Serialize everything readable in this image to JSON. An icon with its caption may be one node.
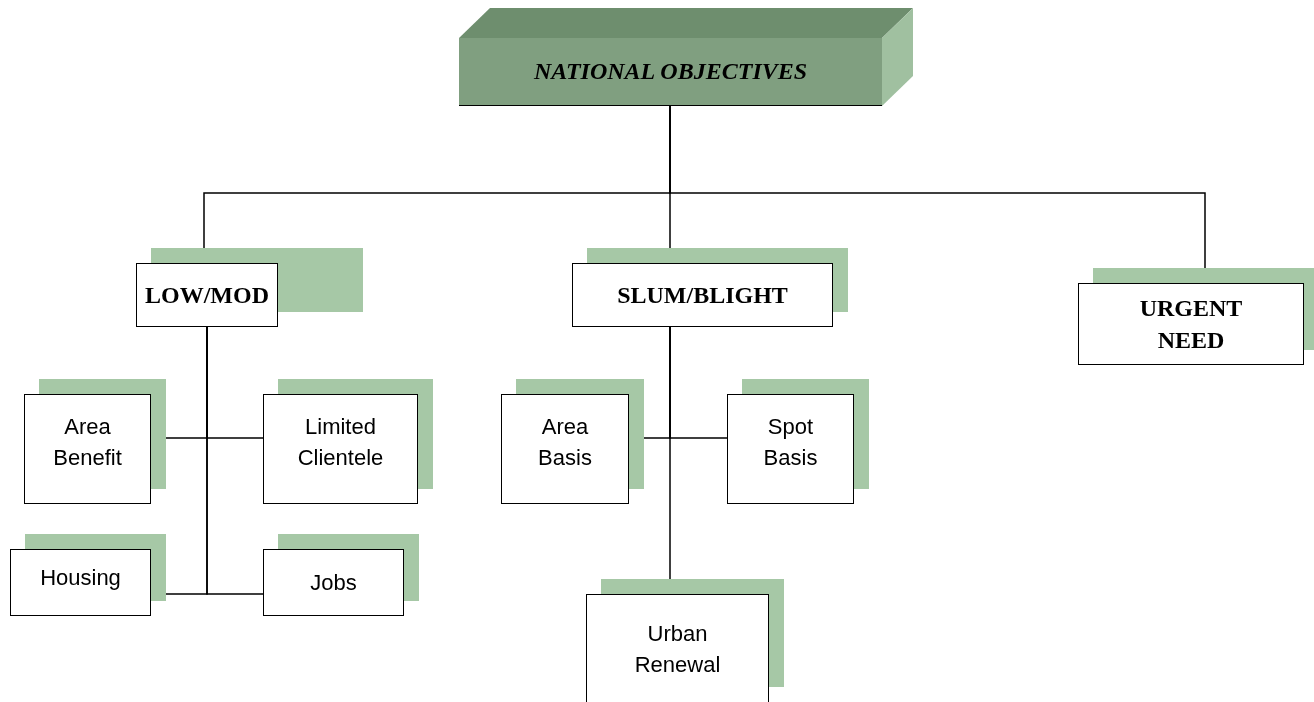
{
  "diagram": {
    "nodes": [
      {
        "text": [
          "NATIONAL OBJECTIVES"
        ]
      },
      {
        "text": [
          "LOW/MOD"
        ]
      },
      {
        "text": [
          "SLUM/BLIGHT"
        ]
      },
      {
        "text": [
          "URGENT NEED"
        ]
      },
      {
        "text": [
          "Area Benefit"
        ]
      },
      {
        "text": [
          "Limited Clientele"
        ]
      },
      {
        "text": [
          "Housing"
        ]
      },
      {
        "text": [
          "Jobs"
        ]
      },
      {
        "text": [
          "Area Basis"
        ]
      },
      {
        "text": [
          "Spot Basis"
        ]
      },
      {
        "text": [
          "Urban Renewal"
        ]
      }
    ],
    "edges": [
      {
        "from": 0,
        "to": 1,
        "arrow": "none"
      },
      {
        "from": 0,
        "to": 2,
        "arrow": "none"
      },
      {
        "from": 0,
        "to": 3,
        "arrow": "none"
      },
      {
        "from": 1,
        "to": 4,
        "arrow": "none"
      },
      {
        "from": 1,
        "to": 5,
        "arrow": "none"
      },
      {
        "from": 1,
        "to": 6,
        "arrow": "none"
      },
      {
        "from": 1,
        "to": 7,
        "arrow": "none"
      },
      {
        "from": 2,
        "to": 8,
        "arrow": "none"
      },
      {
        "from": 2,
        "to": 9,
        "arrow": "none"
      },
      {
        "from": 2,
        "to": 10,
        "arrow": "none"
      }
    ]
  }
}
